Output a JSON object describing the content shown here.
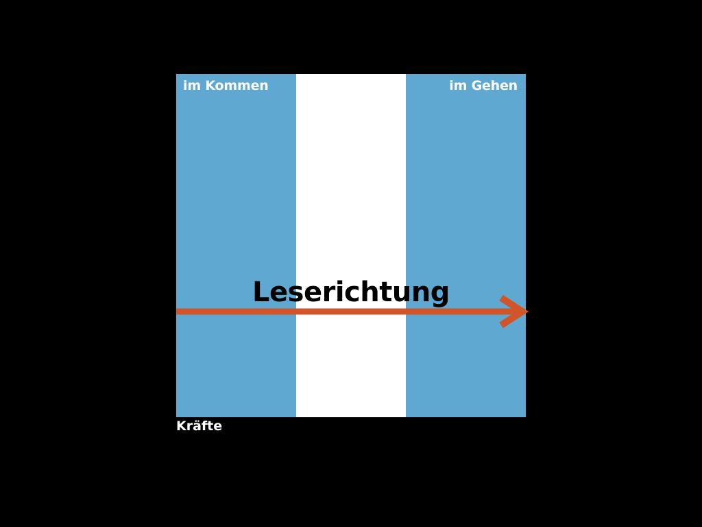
{
  "colors": {
    "background": "#000000",
    "band_side": "#5fa8d1",
    "band_middle": "#ffffff",
    "arrow": "#d0562a",
    "label_light": "#ffffff",
    "label_dark": "#000000"
  },
  "diagram": {
    "label_left": "im Kommen",
    "label_right": "im Gehen",
    "center_title": "Leserichtung",
    "caption": "Kräfte"
  }
}
